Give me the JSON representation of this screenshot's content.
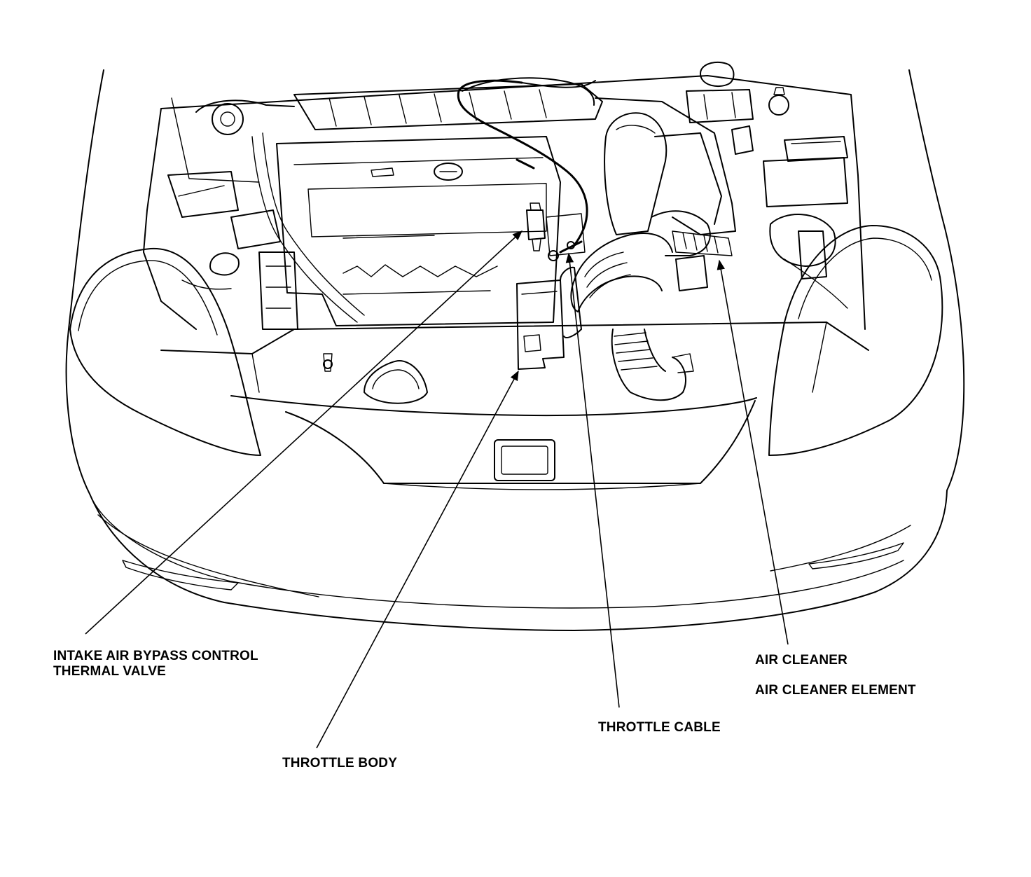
{
  "labels": {
    "intake_air_bypass": [
      "INTAKE AIR BYPASS CONTROL",
      "THERMAL VALVE"
    ],
    "throttle_body": "THROTTLE BODY",
    "throttle_cable": "THROTTLE CABLE",
    "air_cleaner": "AIR CLEANER",
    "air_cleaner_element": "AIR CLEANER ELEMENT"
  },
  "colors": {
    "line": "#000000",
    "background": "#ffffff"
  }
}
